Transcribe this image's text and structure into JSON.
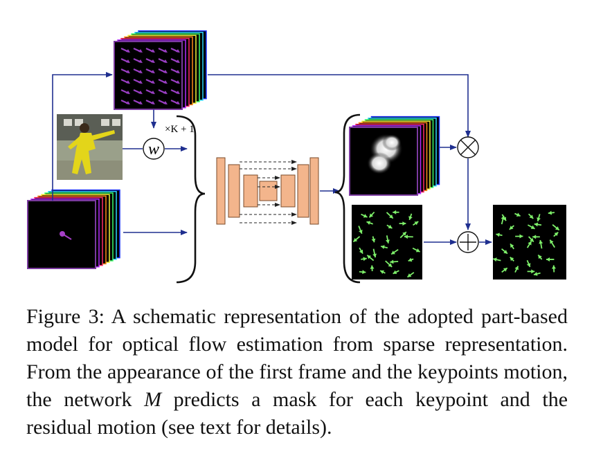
{
  "figure": {
    "weight_symbol": "w",
    "multiplier_label": "×K + 1",
    "colors": {
      "arrow": "#1f2f8f",
      "unet_block": "#f3b58c",
      "unet_stroke": "#7a4a2a",
      "flow_arrow_purple": "#9a3fc4",
      "flow_arrow_green": "#7ef06a",
      "mask_frame": "#7b3aa0",
      "stack_colors": [
        "#1a32ff",
        "#2ad7ff",
        "#3cff6a",
        "#f3f33a",
        "#ff8a1a",
        "#ff2a6a",
        "#b42aff"
      ]
    },
    "icons": {
      "multiply_node": "circled-times-icon",
      "add_node": "circled-plus-icon",
      "brace": "curly-brace-icon"
    }
  },
  "caption": {
    "label": "Figure 3:",
    "text_before_math": "A schematic representation of the adopted part-based model for optical flow estimation from sparse representation.  From the appearance of the first frame and the keypoints motion, the network",
    "math": "M",
    "text_after_math": "predicts a mask for each keypoint and the residual motion (see text for details)."
  }
}
